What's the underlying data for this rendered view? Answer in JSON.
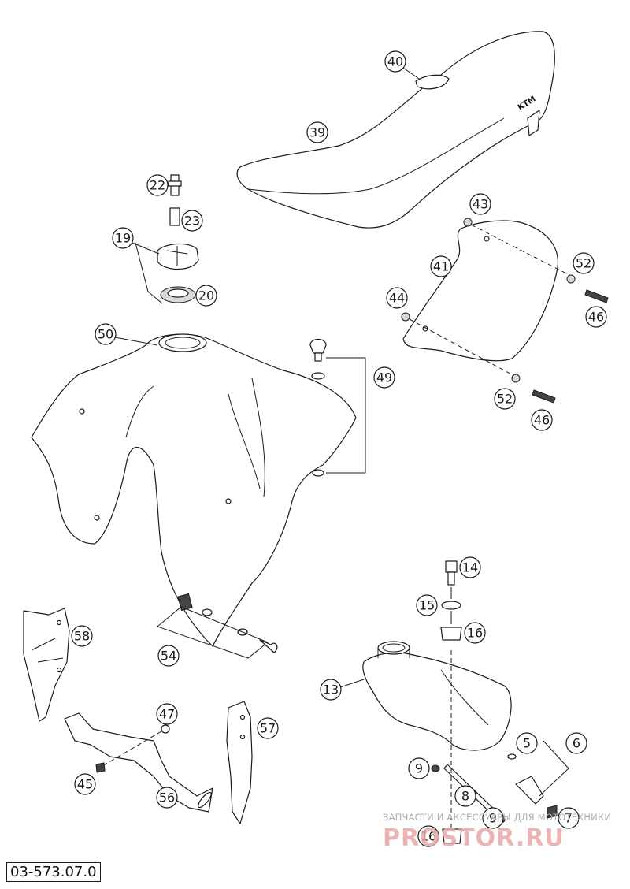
{
  "diagram_code": "03-573.07.0",
  "watermark": {
    "tagline": "ЗАПЧАСТИ И АКСЕССУАРЫ ДЛЯ МОТОТЕХНИКИ",
    "brand": "PROSTOR.RU"
  },
  "callouts": {
    "c40": "40",
    "c39": "39",
    "c22": "22",
    "c23": "23",
    "c19": "19",
    "c20": "20",
    "c43": "43",
    "c41": "41",
    "c52a": "52",
    "c44": "44",
    "c46a": "46",
    "c52b": "52",
    "c46b": "46",
    "c50": "50",
    "c49": "49",
    "c14": "14",
    "c15": "15",
    "c16a": "16",
    "c58": "58",
    "c54": "54",
    "c13": "13",
    "c47": "47",
    "c57": "57",
    "c5": "5",
    "c6": "6",
    "c9a": "9",
    "c8": "8",
    "c45": "45",
    "c56": "56",
    "c9b": "9",
    "c7": "7",
    "c16b": "16"
  }
}
